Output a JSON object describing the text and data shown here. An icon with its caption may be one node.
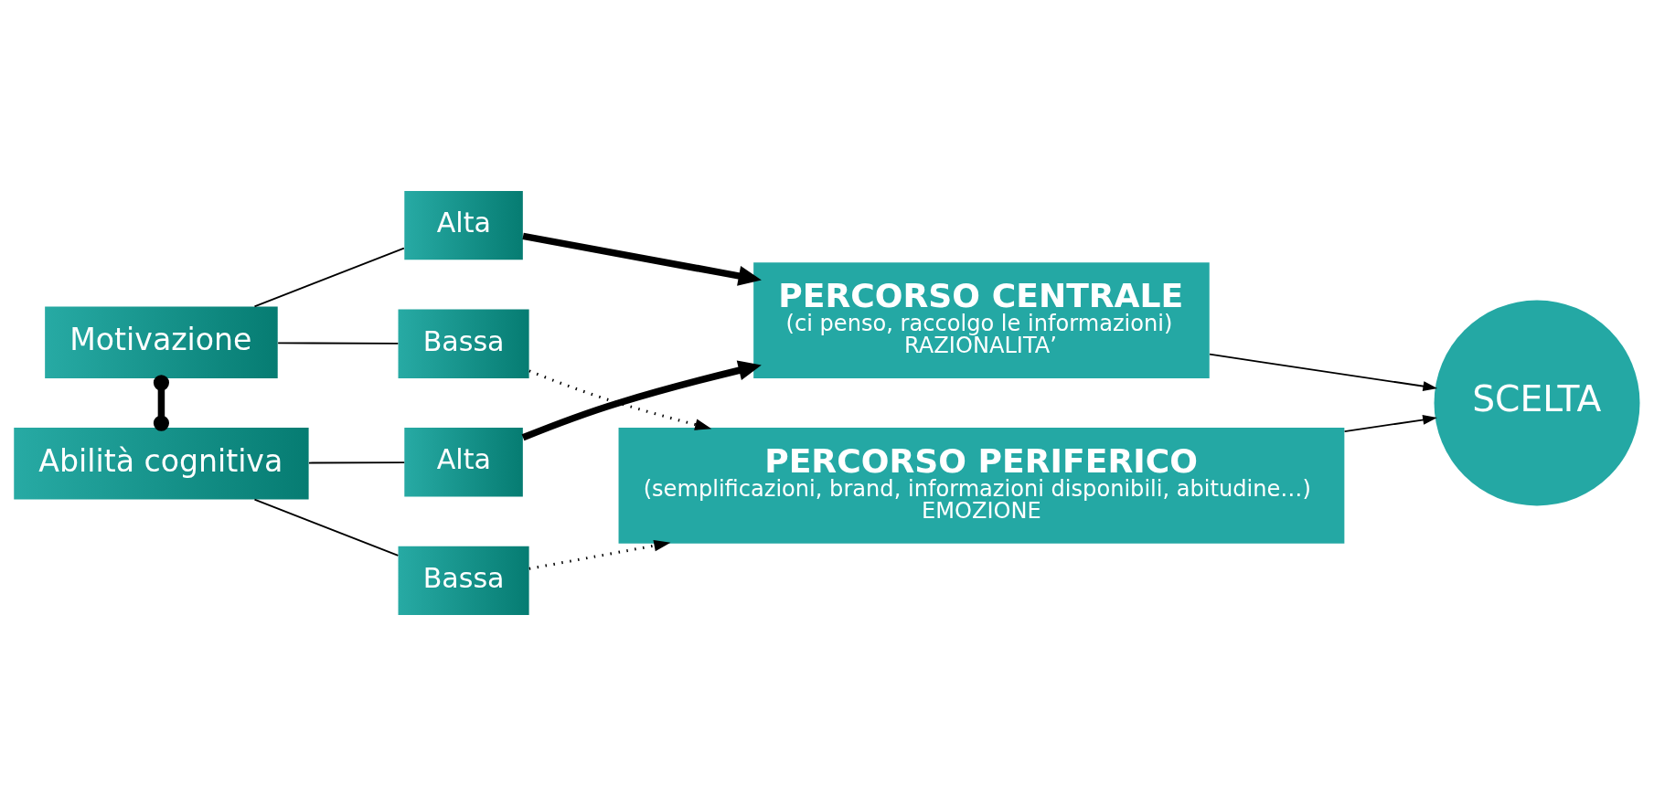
{
  "diagram": {
    "nodes": [
      {
        "text": [
          "Motivazione"
        ]
      },
      {
        "text": [
          "Alta"
        ]
      },
      {
        "text": [
          "Bassa"
        ]
      },
      {
        "text": [
          "Abilità cognitiva"
        ]
      },
      {
        "text": [
          "Alta"
        ]
      },
      {
        "text": [
          "Bassa"
        ]
      },
      {
        "text": [
          "PERCORSO CENTRALE",
          "(ci penso, raccolgo le informazioni)",
          "RAZIONALITA’"
        ]
      },
      {
        "text": [
          "PERCORSO PERIFERICO",
          "(semplificazioni, brand, informazioni disponibili, abitudine…)",
          "EMOZIONE"
        ]
      },
      {
        "text": [
          "SCELTA"
        ]
      }
    ],
    "edges": [
      {
        "from": 0,
        "to": 1,
        "arrow": "none"
      },
      {
        "from": 0,
        "to": 2,
        "arrow": "none"
      },
      {
        "from": 0,
        "to": 3,
        "arrow": "other",
        "style": "thick"
      },
      {
        "from": 3,
        "to": 4,
        "arrow": "none"
      },
      {
        "from": 3,
        "to": 5,
        "arrow": "none"
      },
      {
        "from": 1,
        "to": 6,
        "arrow": "to",
        "style": "thick"
      },
      {
        "from": 2,
        "to": 7,
        "arrow": "to",
        "style": "dashed"
      },
      {
        "from": 4,
        "to": 6,
        "arrow": "to",
        "style": "thick"
      },
      {
        "from": 5,
        "to": 7,
        "arrow": "to",
        "style": "dashed"
      },
      {
        "from": 6,
        "to": 8,
        "arrow": "to"
      },
      {
        "from": 7,
        "to": 8,
        "arrow": "to"
      }
    ]
  }
}
